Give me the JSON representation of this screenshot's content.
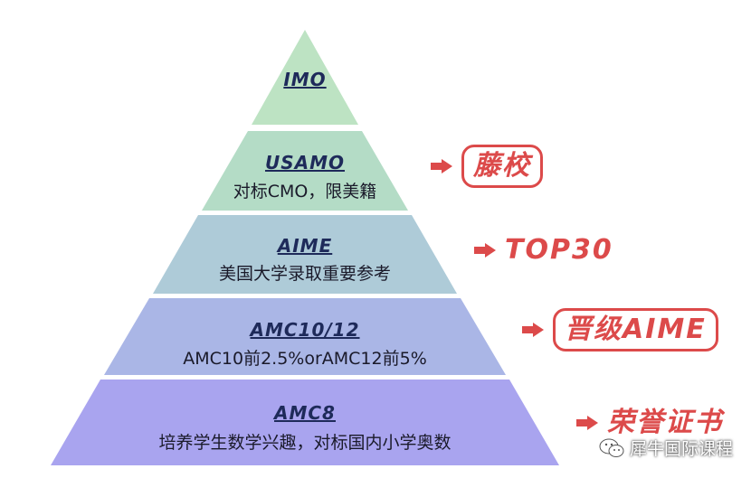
{
  "pyramid": {
    "tiers": [
      {
        "title": "IMO",
        "subtitle": "",
        "color": "#bde3c3"
      },
      {
        "title": "USAMO",
        "subtitle": "对标CMO，限美籍",
        "color": "#b4dcc6"
      },
      {
        "title": "AIME",
        "subtitle": "美国大学录取重要参考",
        "color": "#aecbd8"
      },
      {
        "title": "AMC10/12",
        "subtitle": "AMC10前2.5%orAMC12前5%",
        "color": "#aab6e6"
      },
      {
        "title": "AMC8",
        "subtitle": "培养学生数学兴趣，对标国内小学奥数",
        "color": "#a9a4ef"
      }
    ]
  },
  "callouts": [
    {
      "text": "藤校",
      "boxed": true
    },
    {
      "text": "TOP30",
      "boxed": false
    },
    {
      "text": "晋级AIME",
      "boxed": true
    },
    {
      "text": "荣誉证书",
      "boxed": false
    }
  ],
  "accent_color": "#dc4a4a",
  "watermark": {
    "icon": "wechat-icon",
    "text": "犀牛国际课程"
  }
}
